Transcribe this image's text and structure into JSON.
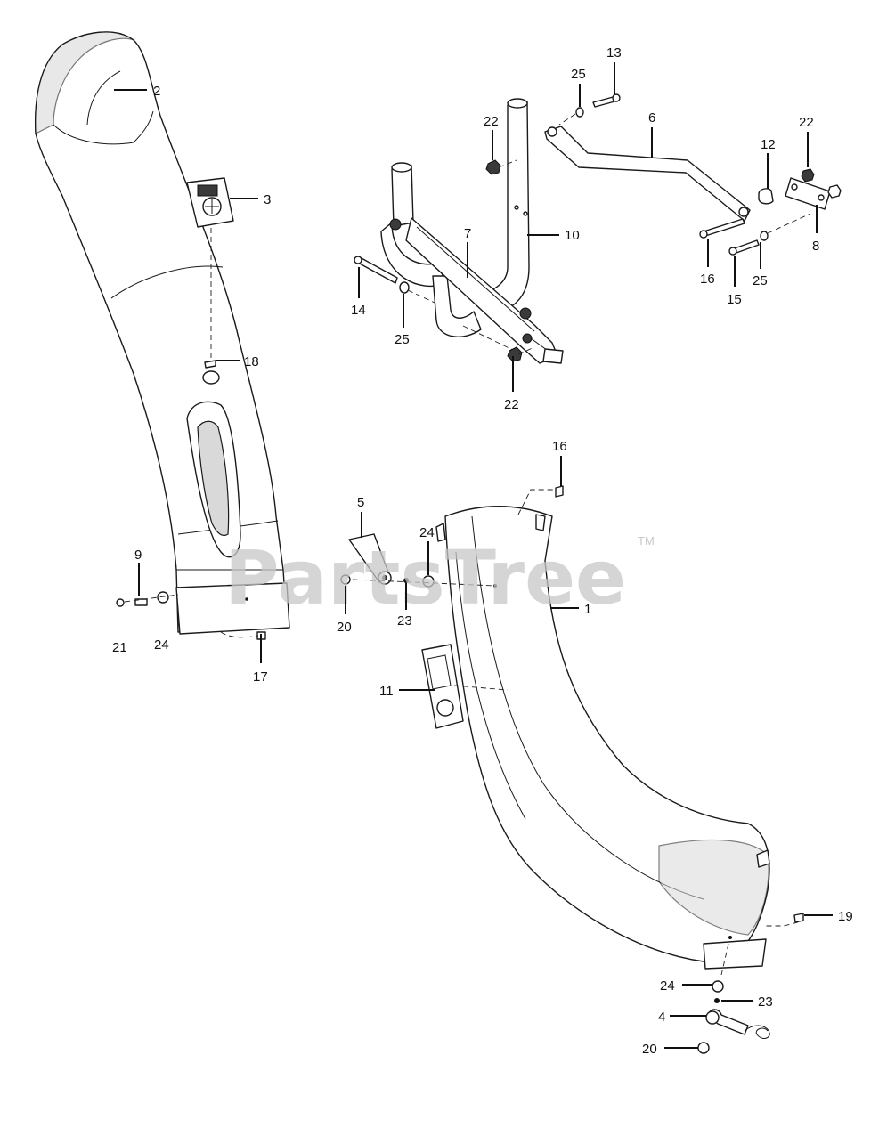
{
  "diagram": {
    "watermark": "PartsTree",
    "watermark_tm": "TM",
    "callouts": [
      {
        "id": "c2",
        "label": "2"
      },
      {
        "id": "c3",
        "label": "3"
      },
      {
        "id": "c18",
        "label": "18"
      },
      {
        "id": "c9",
        "label": "9"
      },
      {
        "id": "c21",
        "label": "21"
      },
      {
        "id": "c24a",
        "label": "24"
      },
      {
        "id": "c17",
        "label": "17"
      },
      {
        "id": "c13",
        "label": "13"
      },
      {
        "id": "c25a",
        "label": "25"
      },
      {
        "id": "c22a",
        "label": "22"
      },
      {
        "id": "c6",
        "label": "6"
      },
      {
        "id": "c22b",
        "label": "22"
      },
      {
        "id": "c12",
        "label": "12"
      },
      {
        "id": "c10",
        "label": "10"
      },
      {
        "id": "c7",
        "label": "7"
      },
      {
        "id": "c8",
        "label": "8"
      },
      {
        "id": "c14",
        "label": "14"
      },
      {
        "id": "c16a",
        "label": "16"
      },
      {
        "id": "c15",
        "label": "15"
      },
      {
        "id": "c25b",
        "label": "25"
      },
      {
        "id": "c25c",
        "label": "25"
      },
      {
        "id": "c22c",
        "label": "22"
      },
      {
        "id": "c16b",
        "label": "16"
      },
      {
        "id": "c5",
        "label": "5"
      },
      {
        "id": "c24b",
        "label": "24"
      },
      {
        "id": "c1",
        "label": "1"
      },
      {
        "id": "c20a",
        "label": "20"
      },
      {
        "id": "c23a",
        "label": "23"
      },
      {
        "id": "c11",
        "label": "11"
      },
      {
        "id": "c19",
        "label": "19"
      },
      {
        "id": "c24c",
        "label": "24"
      },
      {
        "id": "c23b",
        "label": "23"
      },
      {
        "id": "c4",
        "label": "4"
      },
      {
        "id": "c20b",
        "label": "20"
      }
    ]
  }
}
